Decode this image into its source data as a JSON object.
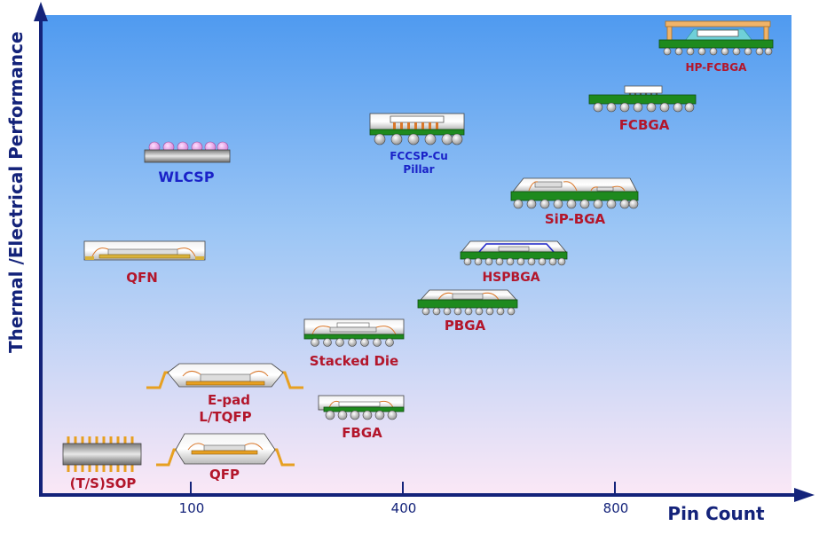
{
  "axes": {
    "y_title": "Thermal /Electrical Performance",
    "x_title": "Pin Count",
    "x_ticks": [
      "100",
      "400",
      "800"
    ]
  },
  "packages": {
    "hp_fcbga": "HP-FCBGA",
    "fcbga": "FCBGA",
    "fccsp_line1": "FCCSP-Cu",
    "fccsp_line2": "Pillar",
    "wlcsp": "WLCSP",
    "sip_bga": "SiP-BGA",
    "qfn": "QFN",
    "hspbga": "HSPBGA",
    "pbga": "PBGA",
    "stacked_die": "Stacked Die",
    "epad_line1": "E-pad",
    "epad_line2": "L/TQFP",
    "fbga": "FBGA",
    "tssop": "(T/S)SOP",
    "qfp": "QFP"
  },
  "colors": {
    "bg_top": "#4f9af0",
    "bg_bottom": "#fbe8f6",
    "axis": "#14237a",
    "label_red": "#b3162b",
    "label_blue": "#1a22c8",
    "substrate_green": "#1e8a1e",
    "lead_orange": "#e7a021"
  }
}
